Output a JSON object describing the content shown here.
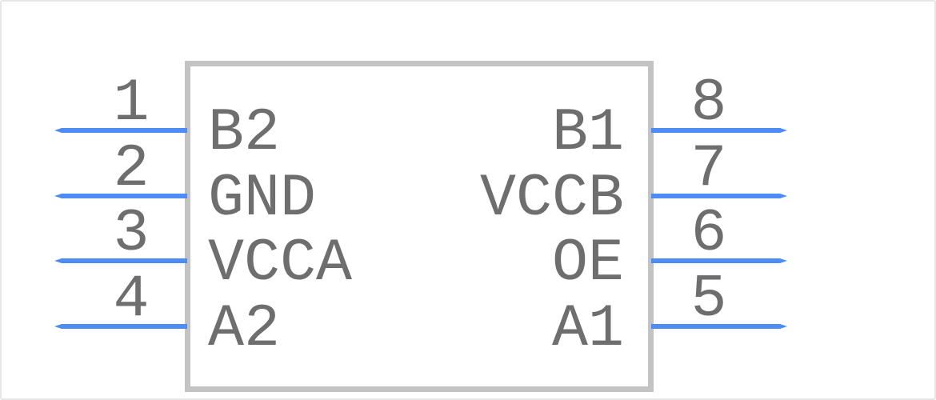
{
  "symbol": {
    "left_pins": [
      {
        "number": "1",
        "label": "B2"
      },
      {
        "number": "2",
        "label": "GND"
      },
      {
        "number": "3",
        "label": "VCCA"
      },
      {
        "number": "4",
        "label": "A2"
      }
    ],
    "right_pins": [
      {
        "number": "8",
        "label": "B1"
      },
      {
        "number": "7",
        "label": "VCCB"
      },
      {
        "number": "6",
        "label": "OE"
      },
      {
        "number": "5",
        "label": "A1"
      }
    ]
  },
  "colors": {
    "pin_line": "#4d8cf5",
    "body_outline": "#c3c3c3",
    "text": "#6e6e6e",
    "canvas_border": "#e7e7e7",
    "background": "#ffffff"
  }
}
